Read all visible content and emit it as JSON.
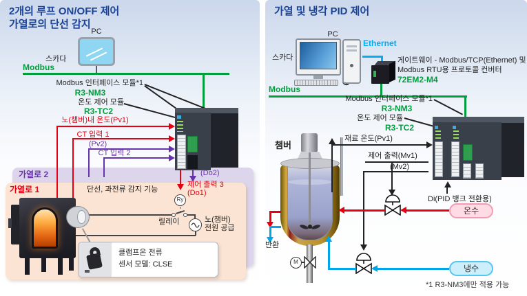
{
  "left_panel": {
    "title_line1": "2개의 루프 ON/OFF 제어",
    "title_line2": "가열로의 단선 감지",
    "pc_label": "PC",
    "scada_label": "스카다",
    "modbus_label": "Modbus",
    "interface_module_label": "Modbus 인터페이스 모듈*1",
    "interface_module_model": "R3-NM3",
    "temp_module_label": "온도 제어 모듈",
    "temp_module_model": "R3-TC2",
    "signal_pv1": "노(챔버)내 온도(Pv1)",
    "signal_ct1": "CT 입력 1",
    "signal_pv2": "(Pv2)",
    "signal_ct2": "CT 입력 2",
    "signal_do2": "(Do2)",
    "signal_do1_line1": "제어 출력 3",
    "signal_do1_line2": "(Do1)",
    "furnace2_label": "가열로 2",
    "furnace1_label": "가열로 1",
    "detection_label": "단선, 과전류 감지 기능",
    "relay_symbol": "Ry",
    "relay_label": "릴레이",
    "power_label_line1": "노(챔버)",
    "power_label_line2": "전원 공급",
    "sensor_box_line1": "클램프온 전류",
    "sensor_box_line2": "센서 모델: CLSE"
  },
  "right_panel": {
    "title": "가열 및 냉각 PID 제어",
    "pc_label": "PC",
    "scada_label": "스카다",
    "ethernet_label": "Ethernet",
    "modbus_label": "Modbus",
    "gateway_line1": "게이트웨이 - Modbus/TCP(Ethernet) 및",
    "gateway_line2": "Modbus RTU용 프로토콜 컨버터",
    "gateway_model": "72EM2-M4",
    "interface_module_label": "Modbus 인터페이스 모듈*1",
    "interface_module_model": "R3-NM3",
    "temp_module_label": "온도 제어 모듈",
    "temp_module_model": "R3-TC2",
    "signal_pv1": "재료 온도(Pv1)",
    "signal_mv1": "제어 출력(Mv1)",
    "signal_mv2": "(Mv2)",
    "signal_di": "Di(PID 뱅크 전환용)",
    "chamber_label": "챔버",
    "return_label": "반환",
    "motor_symbol": "M",
    "hot_water_label": "온수",
    "cold_water_label": "냉수",
    "footnote": "*1 R3-NM3에만 적용 가능"
  },
  "colors": {
    "title_navy": "#1a4396",
    "green": "#009e3c",
    "red": "#e60012",
    "purple": "#6633aa",
    "cyan": "#00aeef",
    "water_blue": "#00a6e8",
    "furnace2_bg": "#ddd5eb",
    "furnace1_bg": "#fbe4d3",
    "hot_box_bg": "#ffdbe4",
    "cold_box_bg": "#cdeefb"
  }
}
